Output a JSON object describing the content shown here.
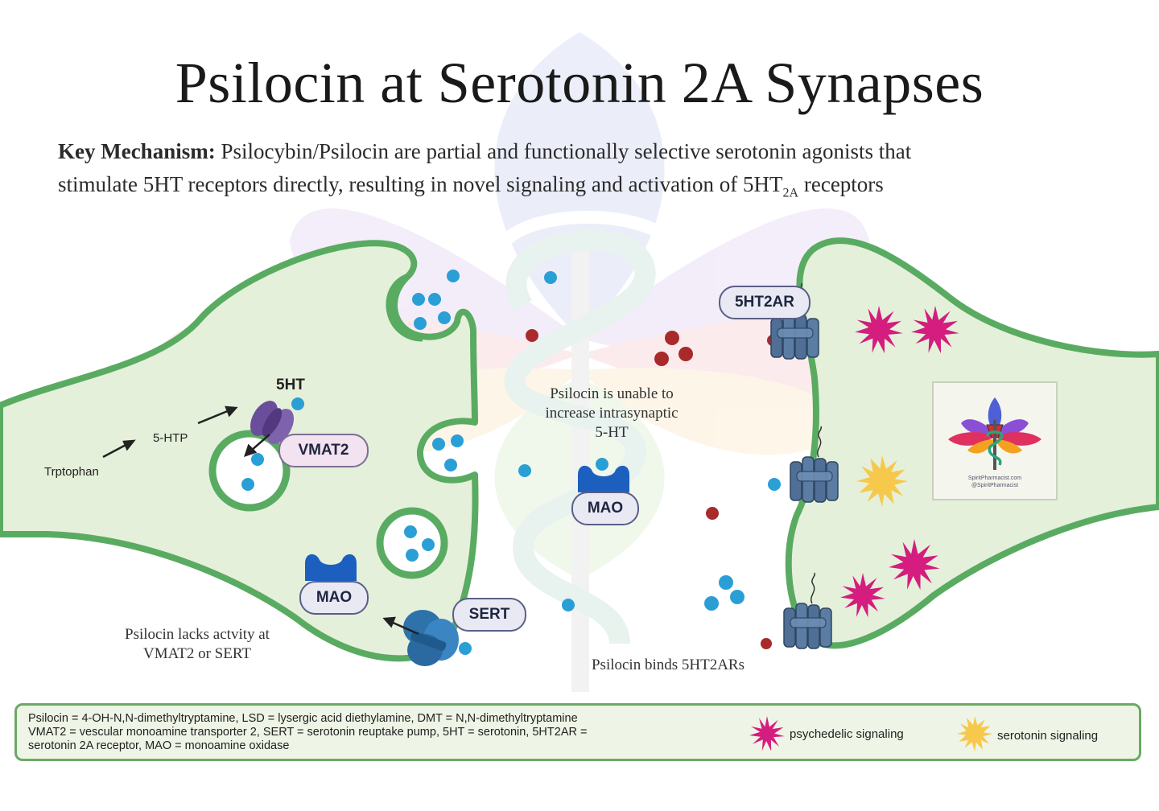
{
  "title": "Psilocin at Serotonin 2A Synapses",
  "mechanism": {
    "label": "Key Mechanism:",
    "text_line1": " Psilocybin/Psilocin are partial and functionally selective serotonin agonists that",
    "text_line2_pre": "stimulate 5HT receptors directly, resulting in novel signaling and activation of 5HT",
    "text_line2_sub": "2A",
    "text_line2_post": " receptors"
  },
  "labels": {
    "fivehtp": "5-HTP",
    "trptophan": "Trptophan",
    "fiveht": "5HT",
    "vmat2": "VMAT2",
    "mao_left": "MAO",
    "mao_center": "MAO",
    "sert": "SERT",
    "receptor": "5HT2AR"
  },
  "notes": {
    "unable_line1": "Psilocin is unable to",
    "unable_line2": "increase intrasynaptic",
    "unable_line3": "5-HT",
    "lacks_line1": "Psilocin lacks actvity at",
    "lacks_line2": "VMAT2 or SERT",
    "binds": "Psilocin binds 5HT2ARs"
  },
  "logo": {
    "line1": "SpiritPharmacist.com",
    "line2": "@SpiritPharmacist"
  },
  "legend": {
    "line1": "Psilocin = 4-OH-N,N-dimethyltryptamine, LSD = lysergic acid diethylamine, DMT = N,N-dimethyltryptamine",
    "line2": "VMAT2 = vescular monoamine transporter 2, SERT = serotonin reuptake pump, 5HT = serotonin, 5HT2AR =",
    "line3": "serotonin 2A receptor, MAO = monoamine oxidase",
    "psychedelic": "psychedelic signaling",
    "serotonin": "serotonin signaling"
  },
  "colors": {
    "membrane": "#5aab62",
    "cytoplasm": "#e5f0da",
    "serotonin_dot": "#2a9fd6",
    "psilocin_dot": "#a82a2a",
    "psychedelic_star": "#d41d7e",
    "serotonin_star": "#f6c94d",
    "receptor": "#4f6f96",
    "mao": "#1d5fbf"
  }
}
